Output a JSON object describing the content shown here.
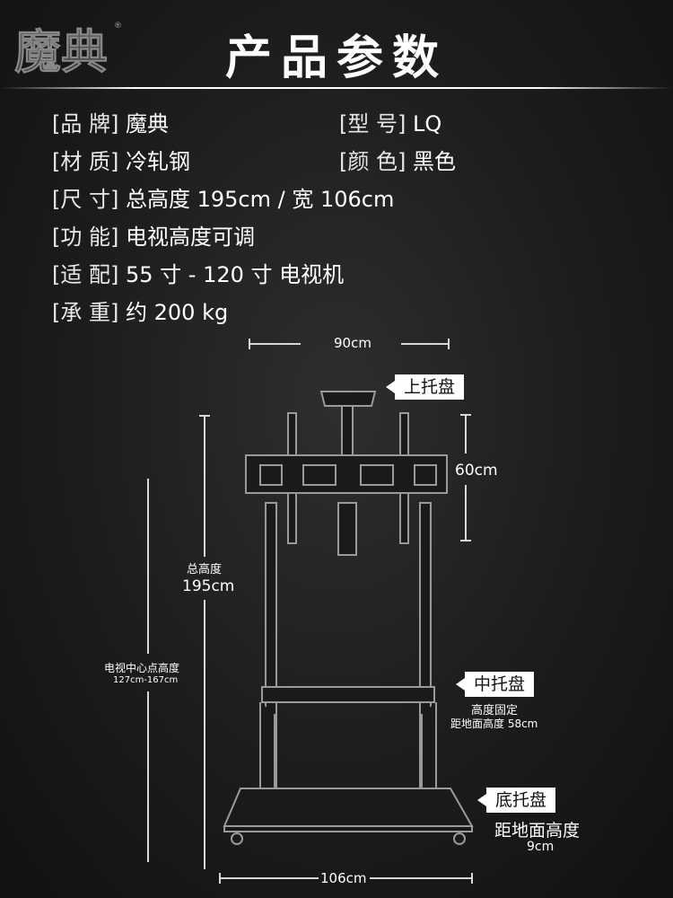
{
  "header": {
    "logo_text": "魔典",
    "logo_mark": "®",
    "title": "产品参数"
  },
  "specs": [
    {
      "label": "[品 牌]",
      "value": "魔典"
    },
    {
      "label": "[型 号]",
      "value": "LQ"
    },
    {
      "label": "[材 质]",
      "value": "冷轧钢"
    },
    {
      "label": "[颜 色]",
      "value": "黑色"
    },
    {
      "label": "[尺 寸]",
      "value": "总高度 195cm / 宽 106cm"
    },
    {
      "label": "[功 能]",
      "value": "电视高度可调"
    },
    {
      "label": "[适 配]",
      "value": "55 寸 - 120 寸 电视机"
    },
    {
      "label": "[承 重]",
      "value": "约 200 kg"
    }
  ],
  "diagram": {
    "top_width": "90cm",
    "bracket_height": "60cm",
    "total_height_label": "总高度",
    "total_height_value": "195cm",
    "center_label": "电视中心点高度",
    "center_range": "127cm-167cm",
    "bottom_width": "106cm",
    "top_tray": "上托盘",
    "middle_tray": "中托盘",
    "middle_note_1": "高度固定",
    "middle_note_2": "距地面高度 58cm",
    "bottom_tray": "底托盘",
    "bottom_note_1": "距地面高度",
    "bottom_note_2": "9cm"
  }
}
